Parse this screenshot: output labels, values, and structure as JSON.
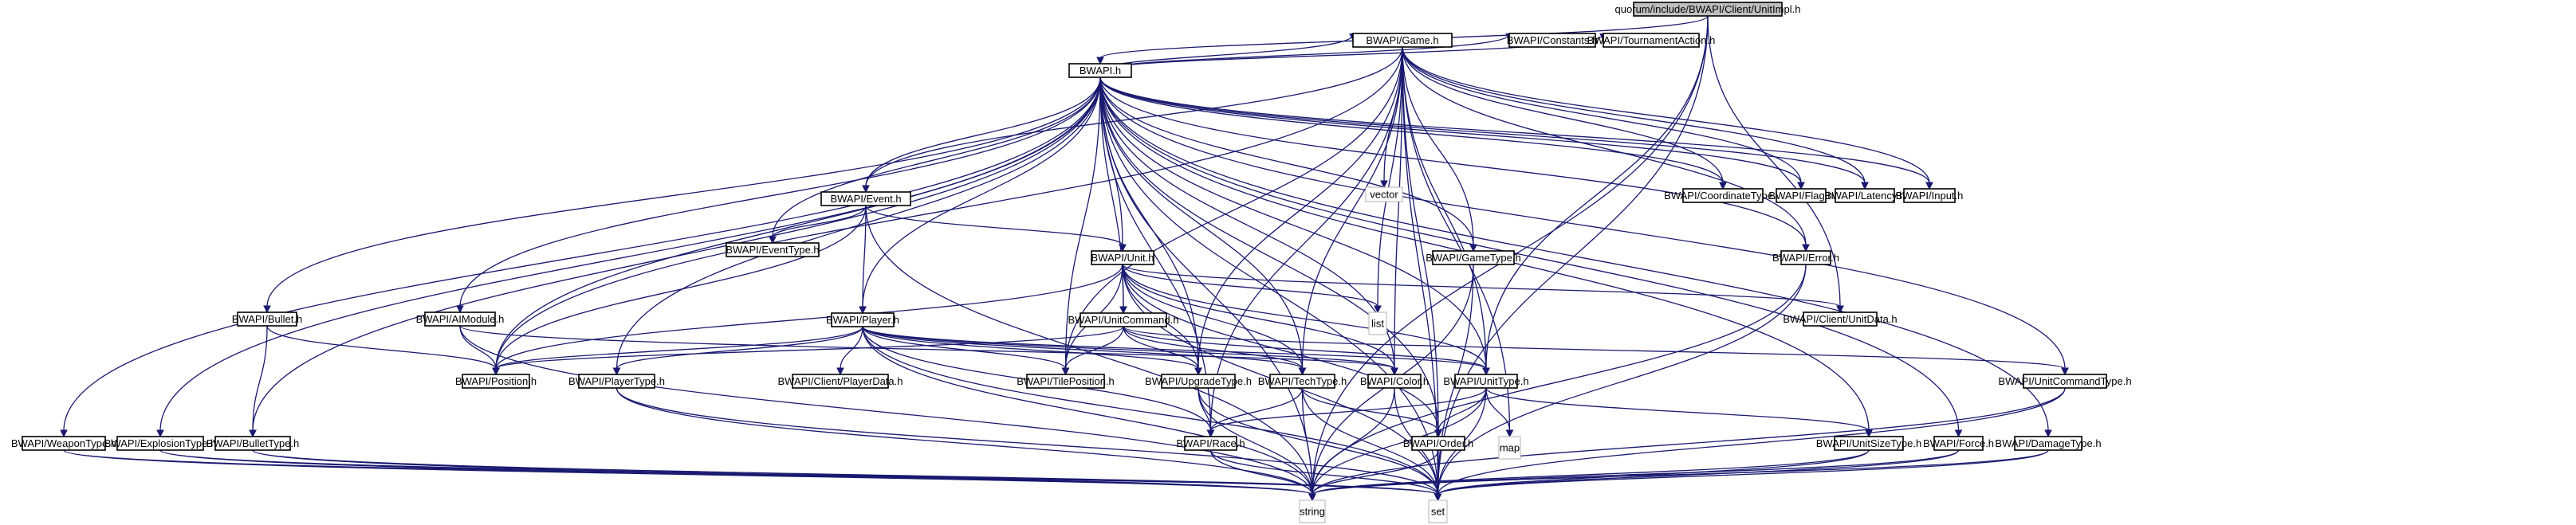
{
  "title": "quorum/include/BWAPI/Client/UnitImpl.h include dependency graph",
  "colors": {
    "edge": "#191970",
    "root_fill": "#bfbfbf",
    "node_border": "#000000",
    "system_border": "#bfbfbf"
  },
  "nodes": [
    {
      "id": "root",
      "label": "quorum/include/BWAPI/Client/UnitImpl.h",
      "kind": "root"
    },
    {
      "id": "bwapi",
      "label": "BWAPI.h",
      "kind": "header"
    },
    {
      "id": "game",
      "label": "BWAPI/Game.h",
      "kind": "header"
    },
    {
      "id": "constants",
      "label": "BWAPI/Constants.h",
      "kind": "header"
    },
    {
      "id": "tournament",
      "label": "BWAPI/TournamentAction.h",
      "kind": "header"
    },
    {
      "id": "vector",
      "label": "vector",
      "kind": "system"
    },
    {
      "id": "coordtype",
      "label": "BWAPI/CoordinateType.h",
      "kind": "header"
    },
    {
      "id": "flag",
      "label": "BWAPI/Flag.h",
      "kind": "header"
    },
    {
      "id": "latency",
      "label": "BWAPI/Latency.h",
      "kind": "header"
    },
    {
      "id": "input",
      "label": "BWAPI/Input.h",
      "kind": "header"
    },
    {
      "id": "event",
      "label": "BWAPI/Event.h",
      "kind": "header"
    },
    {
      "id": "eventtype",
      "label": "BWAPI/EventType.h",
      "kind": "header"
    },
    {
      "id": "unit",
      "label": "BWAPI/Unit.h",
      "kind": "header"
    },
    {
      "id": "gametype",
      "label": "BWAPI/GameType.h",
      "kind": "header"
    },
    {
      "id": "error",
      "label": "BWAPI/Error.h",
      "kind": "header"
    },
    {
      "id": "list",
      "label": "list",
      "kind": "system"
    },
    {
      "id": "unitdata",
      "label": "BWAPI/Client/UnitData.h",
      "kind": "header"
    },
    {
      "id": "bullet",
      "label": "BWAPI/Bullet.h",
      "kind": "header"
    },
    {
      "id": "aimodule",
      "label": "BWAPI/AIModule.h",
      "kind": "header"
    },
    {
      "id": "player",
      "label": "BWAPI/Player.h",
      "kind": "header"
    },
    {
      "id": "unitcommand",
      "label": "BWAPI/UnitCommand.h",
      "kind": "header"
    },
    {
      "id": "position",
      "label": "BWAPI/Position.h",
      "kind": "header"
    },
    {
      "id": "playertype",
      "label": "BWAPI/PlayerType.h",
      "kind": "header"
    },
    {
      "id": "playerdata",
      "label": "BWAPI/Client/PlayerData.h",
      "kind": "header"
    },
    {
      "id": "tileposition",
      "label": "BWAPI/TilePosition.h",
      "kind": "header"
    },
    {
      "id": "upgradetype",
      "label": "BWAPI/UpgradeType.h",
      "kind": "header"
    },
    {
      "id": "techtype",
      "label": "BWAPI/TechType.h",
      "kind": "header"
    },
    {
      "id": "color",
      "label": "BWAPI/Color.h",
      "kind": "header"
    },
    {
      "id": "unittype",
      "label": "BWAPI/UnitType.h",
      "kind": "header"
    },
    {
      "id": "unitcommandtype",
      "label": "BWAPI/UnitCommandType.h",
      "kind": "header"
    },
    {
      "id": "weapontype",
      "label": "BWAPI/WeaponType.h",
      "kind": "header"
    },
    {
      "id": "explosiontype",
      "label": "BWAPI/ExplosionType.h",
      "kind": "header"
    },
    {
      "id": "bullettype",
      "label": "BWAPI/BulletType.h",
      "kind": "header"
    },
    {
      "id": "race",
      "label": "BWAPI/Race.h",
      "kind": "header"
    },
    {
      "id": "order",
      "label": "BWAPI/Order.h",
      "kind": "header"
    },
    {
      "id": "map",
      "label": "map",
      "kind": "system"
    },
    {
      "id": "unitsizetype",
      "label": "BWAPI/UnitSizeType.h",
      "kind": "header"
    },
    {
      "id": "force",
      "label": "BWAPI/Force.h",
      "kind": "header"
    },
    {
      "id": "damagetype",
      "label": "BWAPI/DamageType.h",
      "kind": "header"
    },
    {
      "id": "string",
      "label": "string",
      "kind": "system"
    },
    {
      "id": "set",
      "label": "set",
      "kind": "system"
    }
  ],
  "edges": [
    [
      "root",
      "bwapi"
    ],
    [
      "root",
      "unitdata"
    ],
    [
      "root",
      "unittype"
    ],
    [
      "root",
      "set"
    ],
    [
      "root",
      "string"
    ],
    [
      "bwapi",
      "game"
    ],
    [
      "bwapi",
      "constants"
    ],
    [
      "bwapi",
      "tournament"
    ],
    [
      "bwapi",
      "coordtype"
    ],
    [
      "bwapi",
      "flag"
    ],
    [
      "bwapi",
      "latency"
    ],
    [
      "bwapi",
      "input"
    ],
    [
      "bwapi",
      "event"
    ],
    [
      "bwapi",
      "eventtype"
    ],
    [
      "bwapi",
      "unit"
    ],
    [
      "bwapi",
      "gametype"
    ],
    [
      "bwapi",
      "error"
    ],
    [
      "bwapi",
      "bullet"
    ],
    [
      "bwapi",
      "aimodule"
    ],
    [
      "bwapi",
      "player"
    ],
    [
      "bwapi",
      "unitcommand"
    ],
    [
      "bwapi",
      "position"
    ],
    [
      "bwapi",
      "playertype"
    ],
    [
      "bwapi",
      "tileposition"
    ],
    [
      "bwapi",
      "upgradetype"
    ],
    [
      "bwapi",
      "techtype"
    ],
    [
      "bwapi",
      "color"
    ],
    [
      "bwapi",
      "unittype"
    ],
    [
      "bwapi",
      "unitcommandtype"
    ],
    [
      "bwapi",
      "weapontype"
    ],
    [
      "bwapi",
      "explosiontype"
    ],
    [
      "bwapi",
      "bullettype"
    ],
    [
      "bwapi",
      "race"
    ],
    [
      "bwapi",
      "order"
    ],
    [
      "bwapi",
      "unitsizetype"
    ],
    [
      "bwapi",
      "force"
    ],
    [
      "bwapi",
      "damagetype"
    ],
    [
      "bwapi",
      "string"
    ],
    [
      "bwapi",
      "set"
    ],
    [
      "game",
      "event"
    ],
    [
      "game",
      "vector"
    ],
    [
      "game",
      "coordtype"
    ],
    [
      "game",
      "flag"
    ],
    [
      "game",
      "latency"
    ],
    [
      "game",
      "input"
    ],
    [
      "game",
      "gametype"
    ],
    [
      "game",
      "error"
    ],
    [
      "game",
      "list"
    ],
    [
      "game",
      "position"
    ],
    [
      "game",
      "tileposition"
    ],
    [
      "game",
      "upgradetype"
    ],
    [
      "game",
      "techtype"
    ],
    [
      "game",
      "color"
    ],
    [
      "game",
      "unittype"
    ],
    [
      "game",
      "race"
    ],
    [
      "game",
      "order"
    ],
    [
      "game",
      "set"
    ],
    [
      "game",
      "map"
    ],
    [
      "event",
      "eventtype"
    ],
    [
      "event",
      "unit"
    ],
    [
      "event",
      "player"
    ],
    [
      "event",
      "position"
    ],
    [
      "event",
      "string"
    ],
    [
      "unit",
      "unitcommand"
    ],
    [
      "unit",
      "list"
    ],
    [
      "unit",
      "unitdata"
    ],
    [
      "unit",
      "tileposition"
    ],
    [
      "unit",
      "upgradetype"
    ],
    [
      "unit",
      "techtype"
    ],
    [
      "unit",
      "color"
    ],
    [
      "unit",
      "unittype"
    ],
    [
      "unit",
      "order"
    ],
    [
      "unit",
      "position"
    ],
    [
      "unit",
      "set"
    ],
    [
      "gametype",
      "string"
    ],
    [
      "gametype",
      "set"
    ],
    [
      "error",
      "string"
    ],
    [
      "error",
      "set"
    ],
    [
      "bullet",
      "position"
    ],
    [
      "bullet",
      "bullettype"
    ],
    [
      "aimodule",
      "position"
    ],
    [
      "aimodule",
      "string"
    ],
    [
      "aimodule",
      "color"
    ],
    [
      "player",
      "position"
    ],
    [
      "player",
      "playertype"
    ],
    [
      "player",
      "playerdata"
    ],
    [
      "player",
      "tileposition"
    ],
    [
      "player",
      "upgradetype"
    ],
    [
      "player",
      "techtype"
    ],
    [
      "player",
      "color"
    ],
    [
      "player",
      "unittype"
    ],
    [
      "player",
      "race"
    ],
    [
      "player",
      "string"
    ],
    [
      "player",
      "set"
    ],
    [
      "unitcommand",
      "position"
    ],
    [
      "unitcommand",
      "tileposition"
    ],
    [
      "unitcommand",
      "upgradetype"
    ],
    [
      "unitcommand",
      "techtype"
    ],
    [
      "unitcommand",
      "unittype"
    ],
    [
      "unitcommand",
      "unitcommandtype"
    ],
    [
      "playertype",
      "string"
    ],
    [
      "playertype",
      "set"
    ],
    [
      "upgradetype",
      "race"
    ],
    [
      "upgradetype",
      "string"
    ],
    [
      "upgradetype",
      "set"
    ],
    [
      "techtype",
      "race"
    ],
    [
      "techtype",
      "order"
    ],
    [
      "techtype",
      "string"
    ],
    [
      "techtype",
      "set"
    ],
    [
      "color",
      "string"
    ],
    [
      "color",
      "set"
    ],
    [
      "unittype",
      "race"
    ],
    [
      "unittype",
      "order"
    ],
    [
      "unittype",
      "map"
    ],
    [
      "unittype",
      "unitsizetype"
    ],
    [
      "unittype",
      "string"
    ],
    [
      "unittype",
      "set"
    ],
    [
      "unitcommandtype",
      "string"
    ],
    [
      "unitcommandtype",
      "set"
    ],
    [
      "weapontype",
      "string"
    ],
    [
      "weapontype",
      "set"
    ],
    [
      "explosiontype",
      "string"
    ],
    [
      "explosiontype",
      "set"
    ],
    [
      "bullettype",
      "string"
    ],
    [
      "bullettype",
      "set"
    ],
    [
      "race",
      "string"
    ],
    [
      "race",
      "set"
    ],
    [
      "order",
      "string"
    ],
    [
      "order",
      "set"
    ],
    [
      "unitsizetype",
      "string"
    ],
    [
      "unitsizetype",
      "set"
    ],
    [
      "force",
      "string"
    ],
    [
      "force",
      "set"
    ],
    [
      "damagetype",
      "string"
    ],
    [
      "damagetype",
      "set"
    ]
  ]
}
